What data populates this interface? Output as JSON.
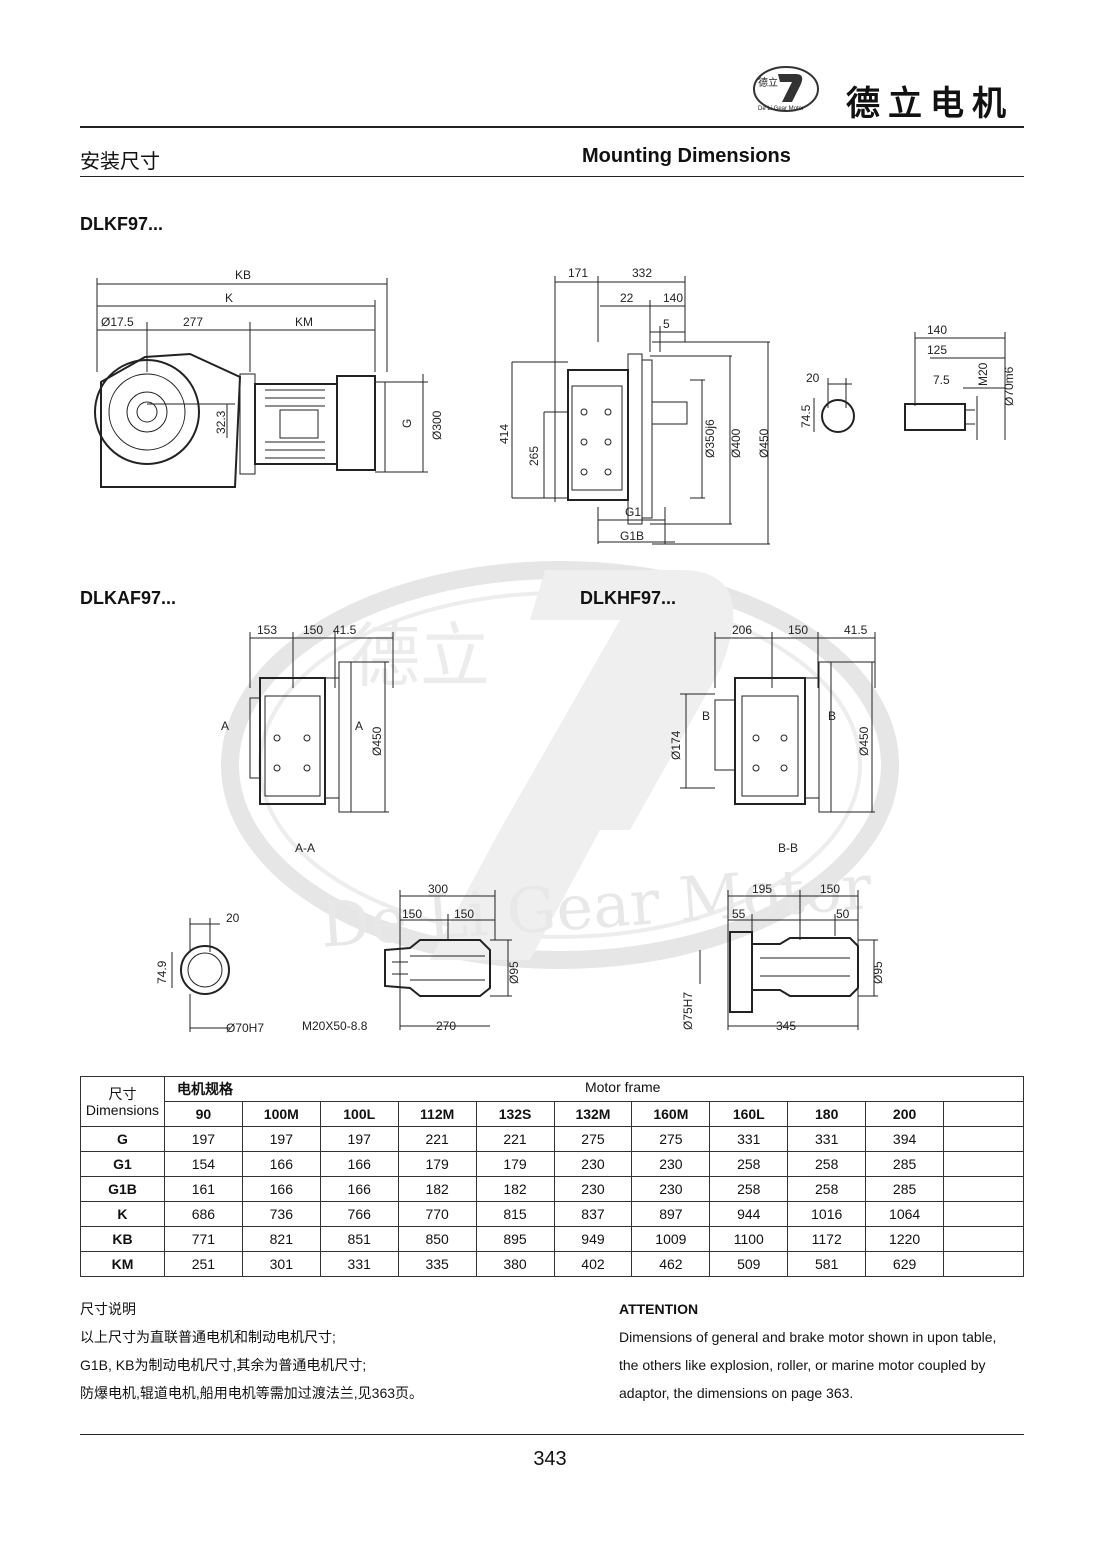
{
  "header": {
    "logo_seal_text": "德立",
    "logo_ring_text": "De Li Gear Motor",
    "brand_name": "德立电机"
  },
  "section": {
    "title_cn": "安装尺寸",
    "title_en": "Mounting Dimensions"
  },
  "models": {
    "kf": "DLKF97...",
    "kaf": "DLKAF97...",
    "khf": "DLKHF97..."
  },
  "drawing_labels": {
    "kf_side": [
      "KB",
      "K",
      "Ø17.5",
      "277",
      "KM",
      "32.3",
      "G",
      "Ø300"
    ],
    "kf_front": [
      "171",
      "332",
      "22",
      "140",
      "5",
      "414",
      "265",
      "Ø350j6",
      "Ø400",
      "Ø450",
      "G1",
      "G1B"
    ],
    "kf_key": [
      "20",
      "74.5"
    ],
    "kf_shaft": [
      "140",
      "125",
      "7.5",
      "M20",
      "Ø70m6"
    ],
    "kaf": [
      "153",
      "150",
      "41.5",
      "A",
      "A",
      "Ø450",
      "A-A"
    ],
    "khf": [
      "206",
      "150",
      "41.5",
      "B",
      "B",
      "Ø174",
      "Ø450",
      "B-B"
    ],
    "kaf_bore": [
      "20",
      "74.9",
      "Ø70H7"
    ],
    "kaf_shaft": [
      "300",
      "150",
      "150",
      "Ø95",
      "M20X50-8.8",
      "270"
    ],
    "khf_shaft": [
      "195",
      "150",
      "55",
      "50",
      "Ø95",
      "Ø75H7",
      "345"
    ]
  },
  "table": {
    "corner_cn": "尺寸",
    "corner_en": "Dimensions",
    "frame_cn": "电机规格",
    "frame_en": "Motor frame",
    "columns": [
      "90",
      "100M",
      "100L",
      "112M",
      "132S",
      "132M",
      "160M",
      "160L",
      "180",
      "200"
    ],
    "rows": [
      {
        "label": "G",
        "values": [
          "197",
          "197",
          "197",
          "221",
          "221",
          "275",
          "275",
          "331",
          "331",
          "394"
        ]
      },
      {
        "label": "G1",
        "values": [
          "154",
          "166",
          "166",
          "179",
          "179",
          "230",
          "230",
          "258",
          "258",
          "285"
        ]
      },
      {
        "label": "G1B",
        "values": [
          "161",
          "166",
          "166",
          "182",
          "182",
          "230",
          "230",
          "258",
          "258",
          "285"
        ]
      },
      {
        "label": "K",
        "values": [
          "686",
          "736",
          "766",
          "770",
          "815",
          "837",
          "897",
          "944",
          "1016",
          "1064"
        ]
      },
      {
        "label": "KB",
        "values": [
          "771",
          "821",
          "851",
          "850",
          "895",
          "949",
          "1009",
          "1100",
          "1172",
          "1220"
        ]
      },
      {
        "label": "KM",
        "values": [
          "251",
          "301",
          "331",
          "335",
          "380",
          "402",
          "462",
          "509",
          "581",
          "629"
        ]
      }
    ]
  },
  "notes_cn": {
    "title": "尺寸说明",
    "lines": [
      "以上尺寸为直联普通电机和制动电机尺寸;",
      "G1B, KB为制动电机尺寸,其余为普通电机尺寸;",
      "防爆电机,辊道电机,船用电机等需加过渡法兰,见363页。"
    ]
  },
  "notes_en": {
    "title": "ATTENTION",
    "lines": [
      "Dimensions of general and brake motor shown in upon table,",
      "the others like explosion, roller, or marine motor coupled by",
      "adaptor, the dimensions on page 363."
    ]
  },
  "page_number": "343",
  "watermark": {
    "text": "De Li Gear Motor",
    "seal": "德立"
  }
}
